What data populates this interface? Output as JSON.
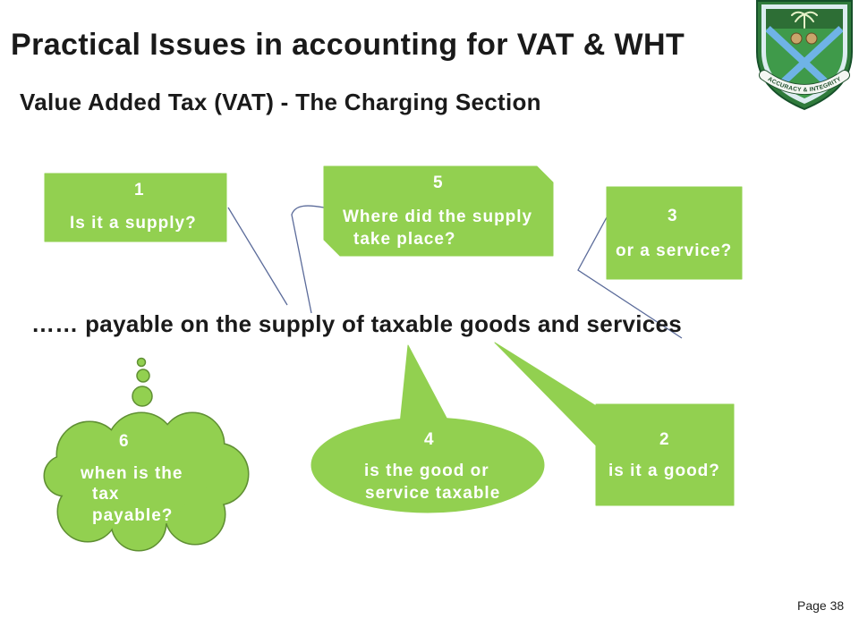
{
  "slide": {
    "title": "Practical Issues in accounting for VAT & WHT",
    "subtitle": "Value Added Tax (VAT) - The Charging Section",
    "statement": "…… payable on the supply of taxable goods and services",
    "page_number": "Page 38"
  },
  "logo": {
    "icon": "crest-shield-icon",
    "motto": "ACCURACY & INTEGRITY"
  },
  "callouts": {
    "supply": {
      "number": "1",
      "lines": [
        "Is it a supply?"
      ]
    },
    "good": {
      "number": "2",
      "lines": [
        "is it a good?"
      ]
    },
    "service": {
      "number": "3",
      "lines": [
        "or a service?"
      ]
    },
    "taxable": {
      "number": "4",
      "lines": [
        "is the good or",
        "service taxable"
      ]
    },
    "place": {
      "number": "5",
      "lines": [
        "Where did the supply",
        "take place?"
      ]
    },
    "time": {
      "number": "6",
      "lines": [
        "when is the",
        "tax",
        "payable?"
      ]
    }
  },
  "colors": {
    "callout_fill": "#92D050",
    "callout_text": "#FFFFFF",
    "heading_text": "#1A1A1A",
    "connector": "#5B6B9A",
    "cloud_outline": "#5F8F33"
  }
}
